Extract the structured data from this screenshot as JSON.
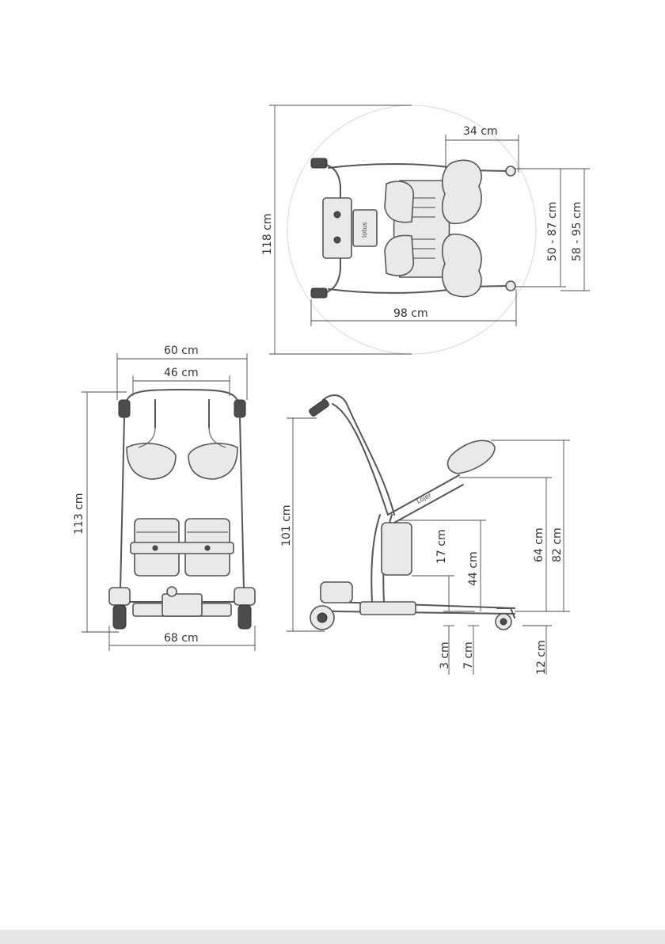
{
  "brand_top": "lotus",
  "brand_side": "Lojer",
  "top_view": {
    "total_height": "118 cm",
    "seat_width": "34 cm",
    "inner_width": "50 - 87 cm",
    "outer_width": "58 - 95 cm",
    "total_length": "98 cm"
  },
  "front_view": {
    "outer_width": "60 cm",
    "inner_width": "46 cm",
    "base_width": "68 cm",
    "height": "113 cm"
  },
  "side_view": {
    "handle_height": "101 cm",
    "pad_height": "82 cm",
    "knee_height": "64 cm",
    "seat_height": "44 cm",
    "bag_height": "17 cm",
    "clear_3": "3 cm",
    "clear_7": "7 cm",
    "clear_12": "12 cm"
  }
}
